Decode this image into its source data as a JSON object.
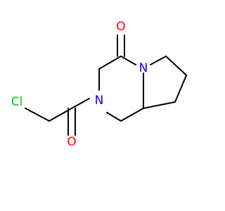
{
  "molecule": {
    "atoms": [
      {
        "id": "Cl",
        "symbol": "Cl",
        "color": "#00C400"
      },
      {
        "id": "O1",
        "symbol": "O",
        "color": "#FF0000"
      },
      {
        "id": "N1",
        "symbol": "N",
        "color": "#0000FF"
      },
      {
        "id": "O2",
        "symbol": "O",
        "color": "#FF0000"
      },
      {
        "id": "N2",
        "symbol": "N",
        "color": "#0000FF"
      }
    ],
    "bond_color": "#000000",
    "background": "#FFFFFF"
  }
}
